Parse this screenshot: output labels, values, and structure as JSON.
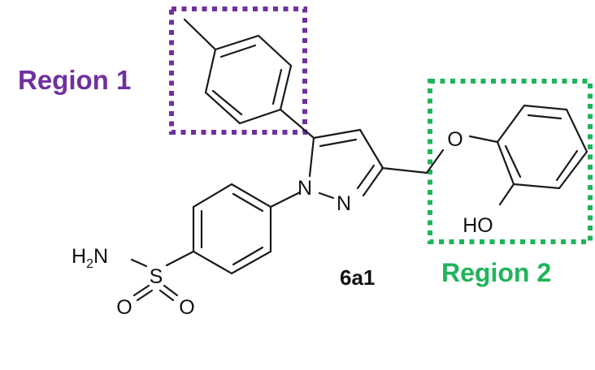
{
  "compound_label": "6a1",
  "regions": [
    {
      "label": "Region 1",
      "color": "#7030a0"
    },
    {
      "label": "Region 2",
      "color": "#1fb45a"
    }
  ],
  "atoms": {
    "n1": "N",
    "n2": "N",
    "o_ether": "O",
    "hydroxyl": "HO",
    "amine_h": "H",
    "amine_sub": "2",
    "amine_n": "N",
    "sulfur": "S",
    "o_left": "O",
    "o_right": "O"
  }
}
